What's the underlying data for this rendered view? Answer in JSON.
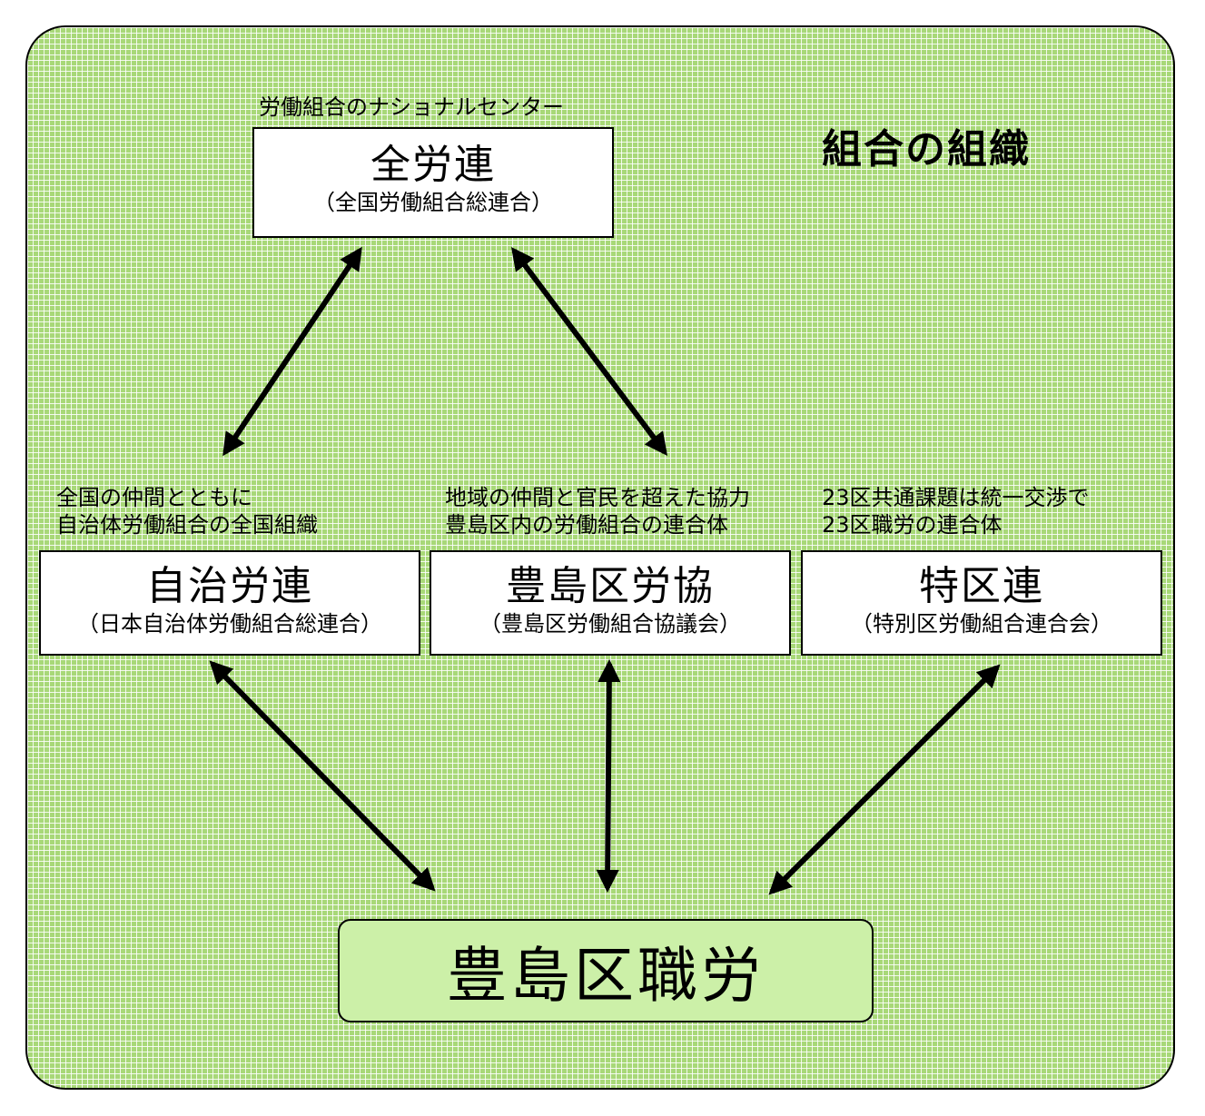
{
  "title": "組合の組織",
  "national_center": {
    "caption": "労働組合のナショナルセンター",
    "name": "全労連",
    "full_name": "（全国労働組合総連合）"
  },
  "jichiroren": {
    "caption_lines": [
      "全国の仲間とともに",
      "自治体労働組合の全国組織"
    ],
    "name": "自治労連",
    "full_name": "（日本自治体労働組合総連合）"
  },
  "toshima_rokyo": {
    "caption_lines": [
      "地域の仲間と官民を超えた協力",
      "豊島区内の労働組合の連合体"
    ],
    "name": "豊島区労協",
    "full_name": "（豊島区労働組合協議会）"
  },
  "tokkuren": {
    "caption_lines": [
      "23区共通課題は統一交渉で",
      "23区職労の連合体"
    ],
    "name": "特区連",
    "full_name": "（特別区労働組合連合会）"
  },
  "main_org": {
    "name": "豊島区職労"
  },
  "colors": {
    "panel": "#a8d878",
    "main_box": "#ccf0a8",
    "arrow": "#000000"
  }
}
